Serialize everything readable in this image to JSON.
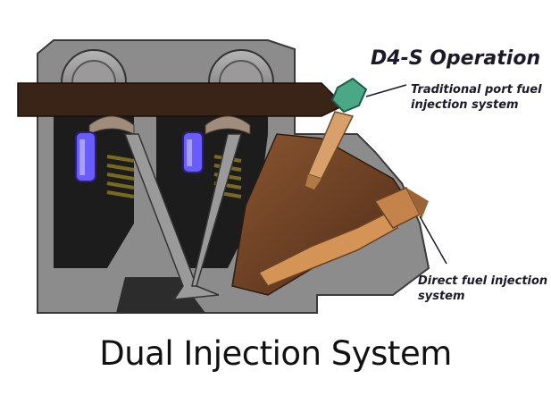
{
  "diagram": {
    "title": "D4-S Operation",
    "callouts": {
      "port_injection": [
        "Traditional port fuel",
        "injection system"
      ],
      "direct_injection": [
        "Direct fuel injection",
        "system"
      ]
    },
    "caption": "Dual Injection System",
    "colors": {
      "engine_block": "#8c8c8c",
      "engine_dark": "#1c1c1c",
      "camshaft_bar": "#3a2418",
      "intake_port": "#6e4426",
      "port_injector": "#4aa887",
      "direct_injector": "#d39456",
      "lifter": "#6a5cff",
      "valve_spring": "#7a6a1c",
      "text": "#1a1a2a"
    }
  }
}
